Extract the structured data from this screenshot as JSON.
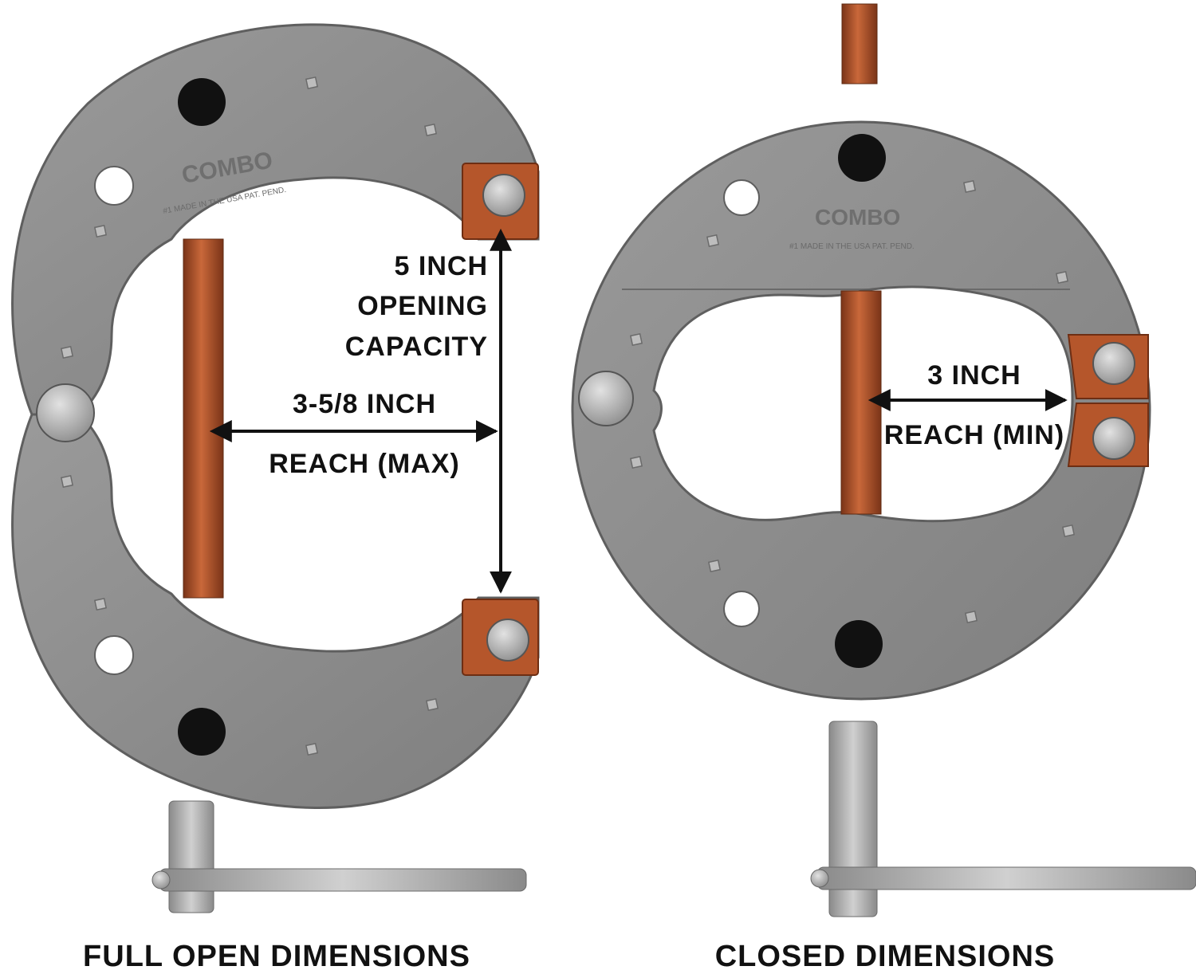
{
  "left_clamp": {
    "opening_label_line1": "5 INCH",
    "opening_label_line2": "OPENING",
    "opening_label_line3": "CAPACITY",
    "reach_value": "3-5/8 INCH",
    "reach_label": "REACH (MAX)",
    "caption": "FULL OPEN DIMENSIONS",
    "stamp_brand": "COMBO",
    "stamp_line": "#1   MADE IN THE USA   PAT. PEND."
  },
  "right_clamp": {
    "reach_value": "3 INCH",
    "reach_label": "REACH (MIN)",
    "caption": "CLOSED DIMENSIONS",
    "stamp_brand": "COMBO",
    "stamp_line": "#1   MADE IN THE USA   PAT. PEND."
  },
  "colors": {
    "plate": "#8d8d8d",
    "plate_edge": "#5f5f5f",
    "copper": "#b5562b",
    "copper_dark": "#7a3418",
    "pin": "#b9b9b9",
    "hole": "#111111",
    "arrow": "#111111"
  }
}
